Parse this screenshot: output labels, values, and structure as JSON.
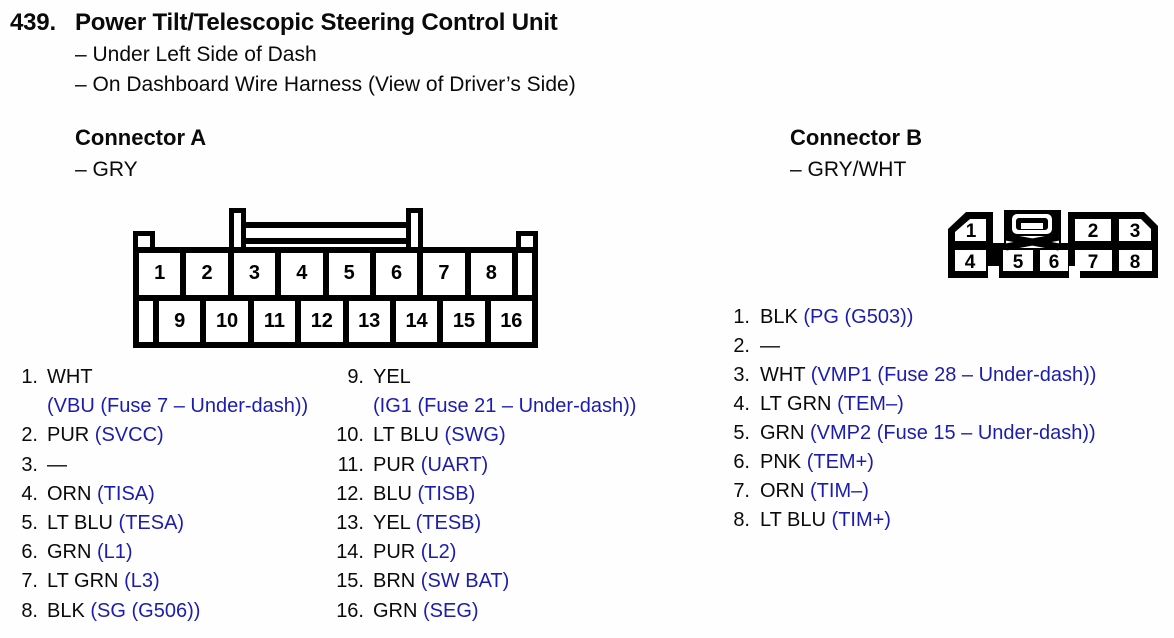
{
  "header": {
    "number": "439.",
    "title": "Power Tilt/Telescopic Steering Control Unit",
    "location_1": "– Under Left Side of Dash",
    "location_2": "– On Dashboard Wire Harness (View of Driver’s Side)"
  },
  "colors": {
    "ink": "#0a0a0a",
    "signal_blue": "#1c1caf",
    "line_black": "#000000"
  },
  "connector_a": {
    "title": "Connector A",
    "color": "– GRY",
    "pins_row1": [
      "1",
      "2",
      "3",
      "4",
      "5",
      "6",
      "7",
      "8"
    ],
    "pins_row2": [
      "9",
      "10",
      "11",
      "12",
      "13",
      "14",
      "15",
      "16"
    ],
    "pin_list_1": [
      {
        "num": "1.",
        "wire": "WHT",
        "signal": "(VBU (Fuse 7 – Under-dash))"
      },
      {
        "num": "2.",
        "wire": "PUR",
        "signal": "(SVCC)"
      },
      {
        "num": "3.",
        "wire": "—",
        "signal": ""
      },
      {
        "num": "4.",
        "wire": "ORN",
        "signal": "(TISA)"
      },
      {
        "num": "5.",
        "wire": "LT BLU",
        "signal": "(TESA)"
      },
      {
        "num": "6.",
        "wire": "GRN",
        "signal": "(L1)"
      },
      {
        "num": "7.",
        "wire": "LT GRN",
        "signal": "(L3)"
      },
      {
        "num": "8.",
        "wire": "BLK",
        "signal": "(SG (G506))"
      }
    ],
    "pin_list_2": [
      {
        "num": "9.",
        "wire": "YEL",
        "signal": "(IG1 (Fuse 21 – Under-dash))"
      },
      {
        "num": "10.",
        "wire": "LT BLU",
        "signal": "(SWG)"
      },
      {
        "num": "11.",
        "wire": "PUR",
        "signal": "(UART)"
      },
      {
        "num": "12.",
        "wire": "BLU",
        "signal": "(TISB)"
      },
      {
        "num": "13.",
        "wire": "YEL",
        "signal": "(TESB)"
      },
      {
        "num": "14.",
        "wire": "PUR",
        "signal": "(L2)"
      },
      {
        "num": "15.",
        "wire": "BRN",
        "signal": "(SW BAT)"
      },
      {
        "num": "16.",
        "wire": "GRN",
        "signal": "(SEG)"
      }
    ]
  },
  "connector_b": {
    "title": "Connector B",
    "color": "– GRY/WHT",
    "pins_row1": [
      "1",
      "2",
      "3"
    ],
    "pins_row2": [
      "4",
      "5",
      "6",
      "7",
      "8"
    ],
    "pin_list": [
      {
        "num": "1.",
        "wire": "BLK",
        "signal": "(PG (G503))"
      },
      {
        "num": "2.",
        "wire": "—",
        "signal": ""
      },
      {
        "num": "3.",
        "wire": "WHT",
        "signal": "(VMP1 (Fuse 28 – Under-dash))"
      },
      {
        "num": "4.",
        "wire": "LT GRN",
        "signal": "(TEM–)"
      },
      {
        "num": "5.",
        "wire": "GRN",
        "signal": "(VMP2 (Fuse 15 – Under-dash))"
      },
      {
        "num": "6.",
        "wire": "PNK",
        "signal": "(TEM+)"
      },
      {
        "num": "7.",
        "wire": "ORN",
        "signal": "(TIM–)"
      },
      {
        "num": "8.",
        "wire": "LT BLU",
        "signal": "(TIM+)"
      }
    ]
  }
}
